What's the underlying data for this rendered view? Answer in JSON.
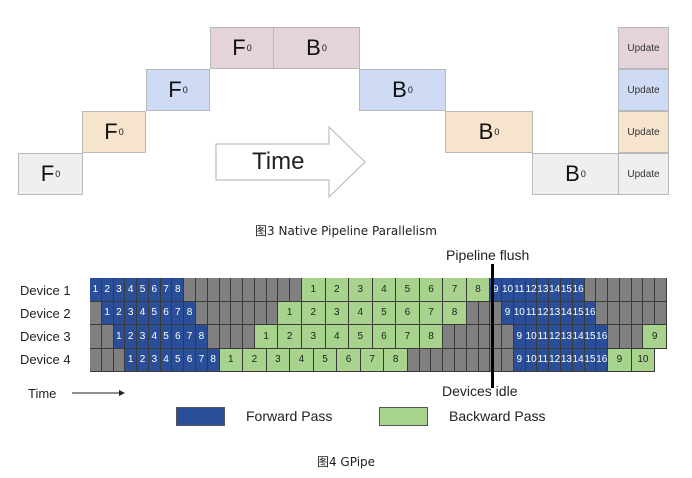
{
  "figure3": {
    "caption": "图3 Native Pipeline Parallelism",
    "forward_label": "F",
    "backward_label": "B",
    "subscript": "0",
    "update_label": "Update",
    "time_label": "Time",
    "stage_colors": [
      "#efefef",
      "#f6e5cc",
      "#cfdbf4",
      "#e5d3dc"
    ]
  },
  "figure4": {
    "caption": "图4 GPipe",
    "devices": [
      "Device 1",
      "Device 2",
      "Device 3",
      "Device 4"
    ],
    "pipeline_flush_label": "Pipeline flush",
    "devices_idle_label": "Devices idle",
    "time_label": "Time",
    "legend": [
      {
        "label": "Forward Pass",
        "color": "#2a4f98"
      },
      {
        "label": "Backward Pass",
        "color": "#a8d38d"
      }
    ],
    "idle_color": "#808080",
    "schedule": [
      {
        "device": "Device 1",
        "segments": [
          [
            "f",
            1,
            8,
            0
          ],
          [
            "i",
            null,
            null,
            10
          ],
          [
            "b",
            1,
            8,
            0
          ],
          [
            "f",
            9,
            16,
            0
          ],
          [
            "i",
            null,
            null,
            7
          ]
        ]
      },
      {
        "device": "Device 2",
        "segments": [
          [
            "i",
            null,
            null,
            1
          ],
          [
            "f",
            1,
            8,
            0
          ],
          [
            "i",
            null,
            null,
            7
          ],
          [
            "b",
            1,
            8,
            0
          ],
          [
            "i",
            null,
            null,
            3
          ],
          [
            "f",
            9,
            16,
            0
          ],
          [
            "i",
            null,
            null,
            6
          ]
        ]
      },
      {
        "device": "Device 3",
        "segments": [
          [
            "i",
            null,
            null,
            2
          ],
          [
            "f",
            1,
            8,
            0
          ],
          [
            "i",
            null,
            null,
            4
          ],
          [
            "b",
            1,
            8,
            0
          ],
          [
            "i",
            null,
            null,
            6
          ],
          [
            "f",
            9,
            16,
            0
          ],
          [
            "i",
            null,
            null,
            3
          ],
          [
            "b",
            9,
            9,
            0
          ]
        ]
      },
      {
        "device": "Device 4",
        "segments": [
          [
            "i",
            null,
            null,
            3
          ],
          [
            "f",
            1,
            8,
            0
          ],
          [
            "b",
            1,
            8,
            0
          ],
          [
            "i",
            null,
            null,
            9
          ],
          [
            "f",
            9,
            16,
            0
          ],
          [
            "b",
            9,
            10,
            0
          ]
        ]
      }
    ]
  }
}
